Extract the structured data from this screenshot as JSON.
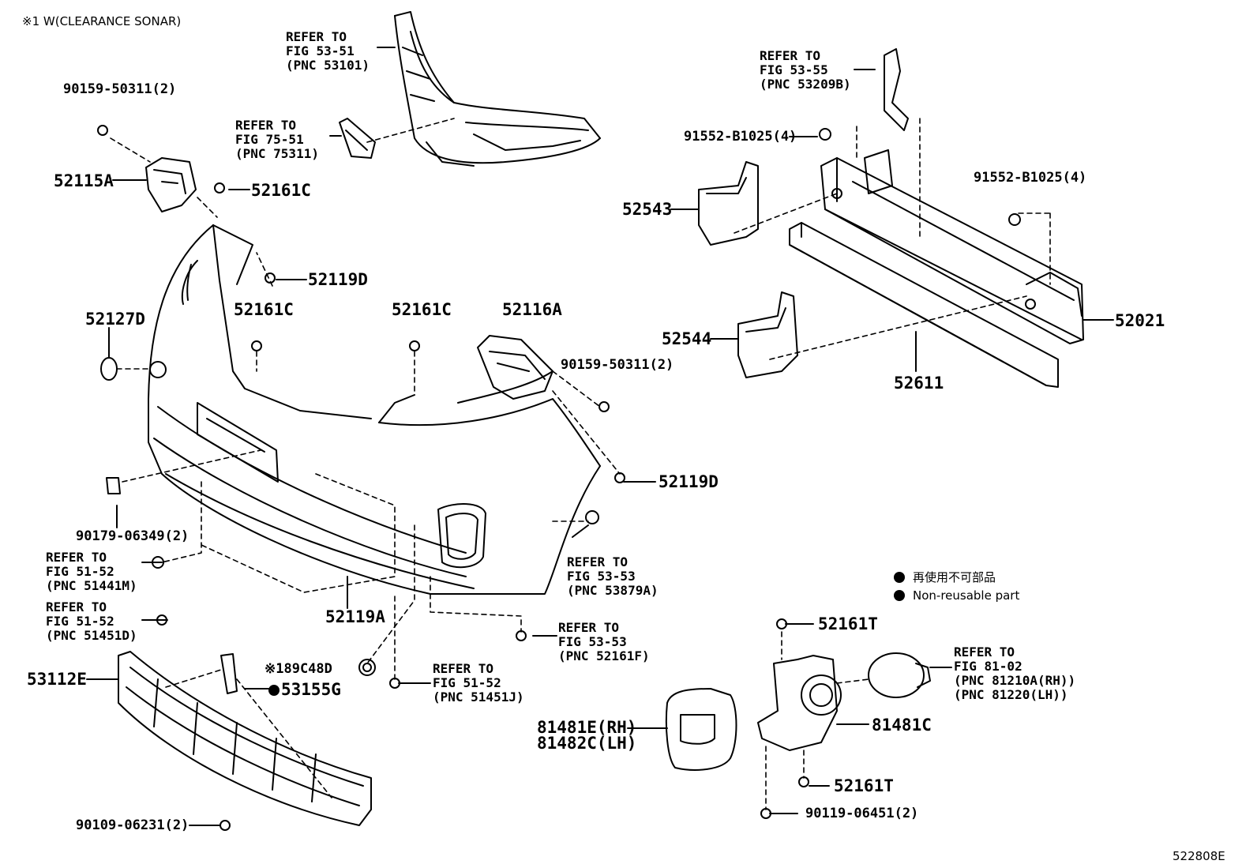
{
  "header_note": "※1 W(CLEARANCE SONAR)",
  "diagram_id": "522808E",
  "legend": {
    "japanese": "再使用不可部品",
    "english": "Non-reusable part"
  },
  "refs": {
    "r1": [
      "REFER TO",
      "FIG 53-51",
      "(PNC 53101)"
    ],
    "r2": [
      "REFER TO",
      "FIG 75-51",
      "(PNC 75311)"
    ],
    "r3": [
      "REFER TO",
      "FIG 53-55",
      "(PNC 53209B)"
    ],
    "r4": [
      "REFER TO",
      "FIG 51-52",
      "(PNC 51441M)"
    ],
    "r5": [
      "REFER TO",
      "FIG 51-52",
      "(PNC 51451D)"
    ],
    "r6": [
      "REFER TO",
      "FIG 53-53",
      "(PNC 53879A)"
    ],
    "r7": [
      "REFER TO",
      "FIG 53-53",
      "(PNC 52161F)"
    ],
    "r8": [
      "REFER TO",
      "FIG 51-52",
      "(PNC 51451J)"
    ],
    "r9": [
      "REFER TO",
      "FIG 81-02",
      "(PNC 81210A(RH))",
      "(PNC 81220(LH))"
    ]
  },
  "parts": {
    "p90159_top": "90159-50311(2)",
    "p52115A": "52115A",
    "p52161C_a": "52161C",
    "p52119D_a": "52119D",
    "p52127D": "52127D",
    "p52161C_b": "52161C",
    "p52161C_c": "52161C",
    "p52116A": "52116A",
    "p90159_mid": "90159-50311(2)",
    "p52119D_b": "52119D",
    "p90179": "90179-06349(2)",
    "p52119A": "52119A",
    "p91552_a": "91552-B1025(4)",
    "p91552_b": "91552-B1025(4)",
    "p52543": "52543",
    "p52544": "52544",
    "p52021": "52021",
    "p52611": "52611",
    "p52161T_a": "52161T",
    "p81481C": "81481C",
    "p52161T_b": "52161T",
    "p90119": "90119-06451(2)",
    "p81481E": "81481E(RH)",
    "p81482C": "81482C(LH)",
    "p53112E": "53112E",
    "p89C48D": "※189C48D",
    "p53155G": "53155G",
    "p90109": "90109-06231(2)"
  }
}
